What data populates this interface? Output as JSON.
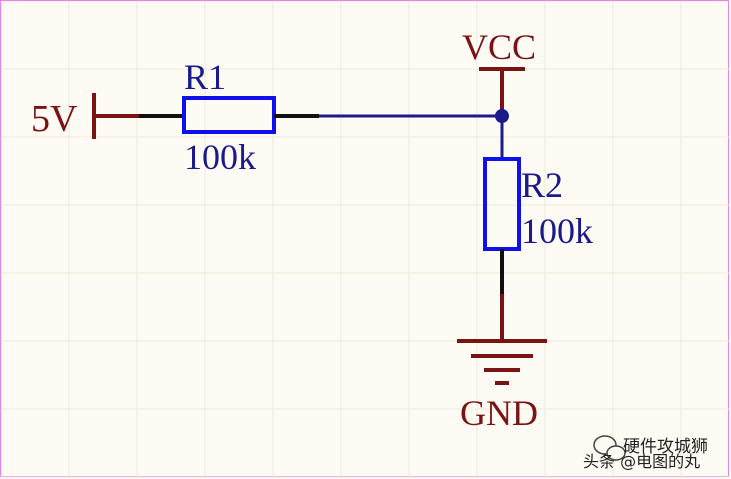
{
  "schematic": {
    "power_source_label": "5V",
    "vcc_label": "VCC",
    "gnd_label": "GND",
    "r1": {
      "designator": "R1",
      "value": "100k"
    },
    "r2": {
      "designator": "R2",
      "value": "100k"
    }
  },
  "watermark": {
    "line1": "硬件攻城狮",
    "line2": "头条 @电图的丸"
  },
  "colors": {
    "background": "#fdfbf4",
    "grid": "#efe9dc",
    "power_wire": "#7a1414",
    "net_wire": "#1a1a8c",
    "component_body": "#1010ee",
    "component_lead": "#111111",
    "junction": "#1a1a8c"
  }
}
